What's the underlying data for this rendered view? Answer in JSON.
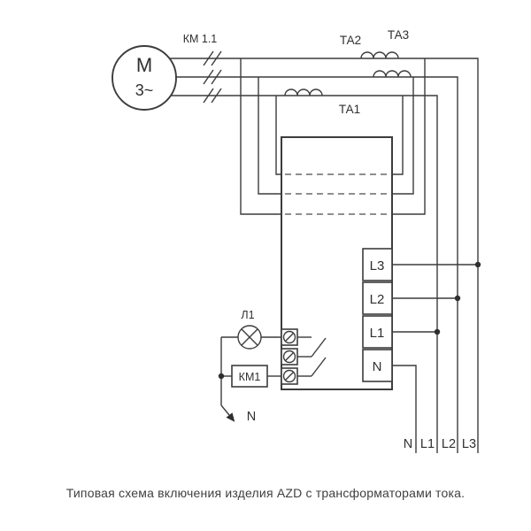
{
  "colors": {
    "line": "#3c3c3c",
    "background": "#ffffff"
  },
  "motor": {
    "letter": "М",
    "phases": "3~"
  },
  "contactor_label": "КМ 1.1",
  "transformers": {
    "ta1": "ТА1",
    "ta2": "ТА2",
    "ta3": "ТА3"
  },
  "device_terminals": [
    "L3",
    "L2",
    "L1",
    "N"
  ],
  "control": {
    "lamp_label": "Л1",
    "contactor_coil_label": "КМ1",
    "neutral_label": "N"
  },
  "bottom_bus_labels": [
    "N",
    "L1",
    "L2",
    "L3"
  ],
  "caption": "Типовая схема включения изделия AZD с трансформаторами тока."
}
